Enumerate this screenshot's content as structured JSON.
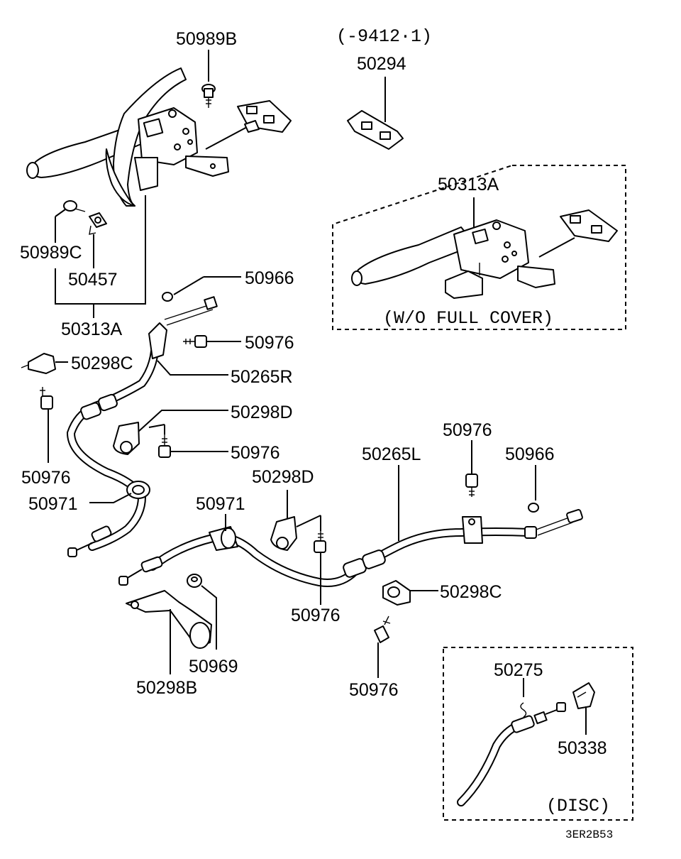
{
  "header": {
    "date_code": "(-9412·1)",
    "drawing_code": "3ER2B53"
  },
  "callouts": {
    "c_50989B": "50989B",
    "c_50294": "50294",
    "c_50313A_inset": "50313A",
    "c_50989C": "50989C",
    "c_50457": "50457",
    "c_50313A": "50313A",
    "c_50966_top": "50966",
    "c_50976_a": "50976",
    "c_50298C_left": "50298C",
    "c_50265R": "50265R",
    "c_50298D_a": "50298D",
    "c_50976_b": "50976",
    "c_50976_c": "50976",
    "c_50971_a": "50971",
    "c_50298D_b": "50298D",
    "c_50971_b": "50971",
    "c_50265L": "50265L",
    "c_50976_d": "50976",
    "c_50966_right": "50966",
    "c_50298C_right": "50298C",
    "c_50976_e": "50976",
    "c_50969": "50969",
    "c_50298B": "50298B",
    "c_50976_f": "50976",
    "c_50275": "50275",
    "c_50338": "50338"
  },
  "insets": {
    "full_cover": "(W/O FULL COVER)",
    "disc": "(DISC)"
  }
}
